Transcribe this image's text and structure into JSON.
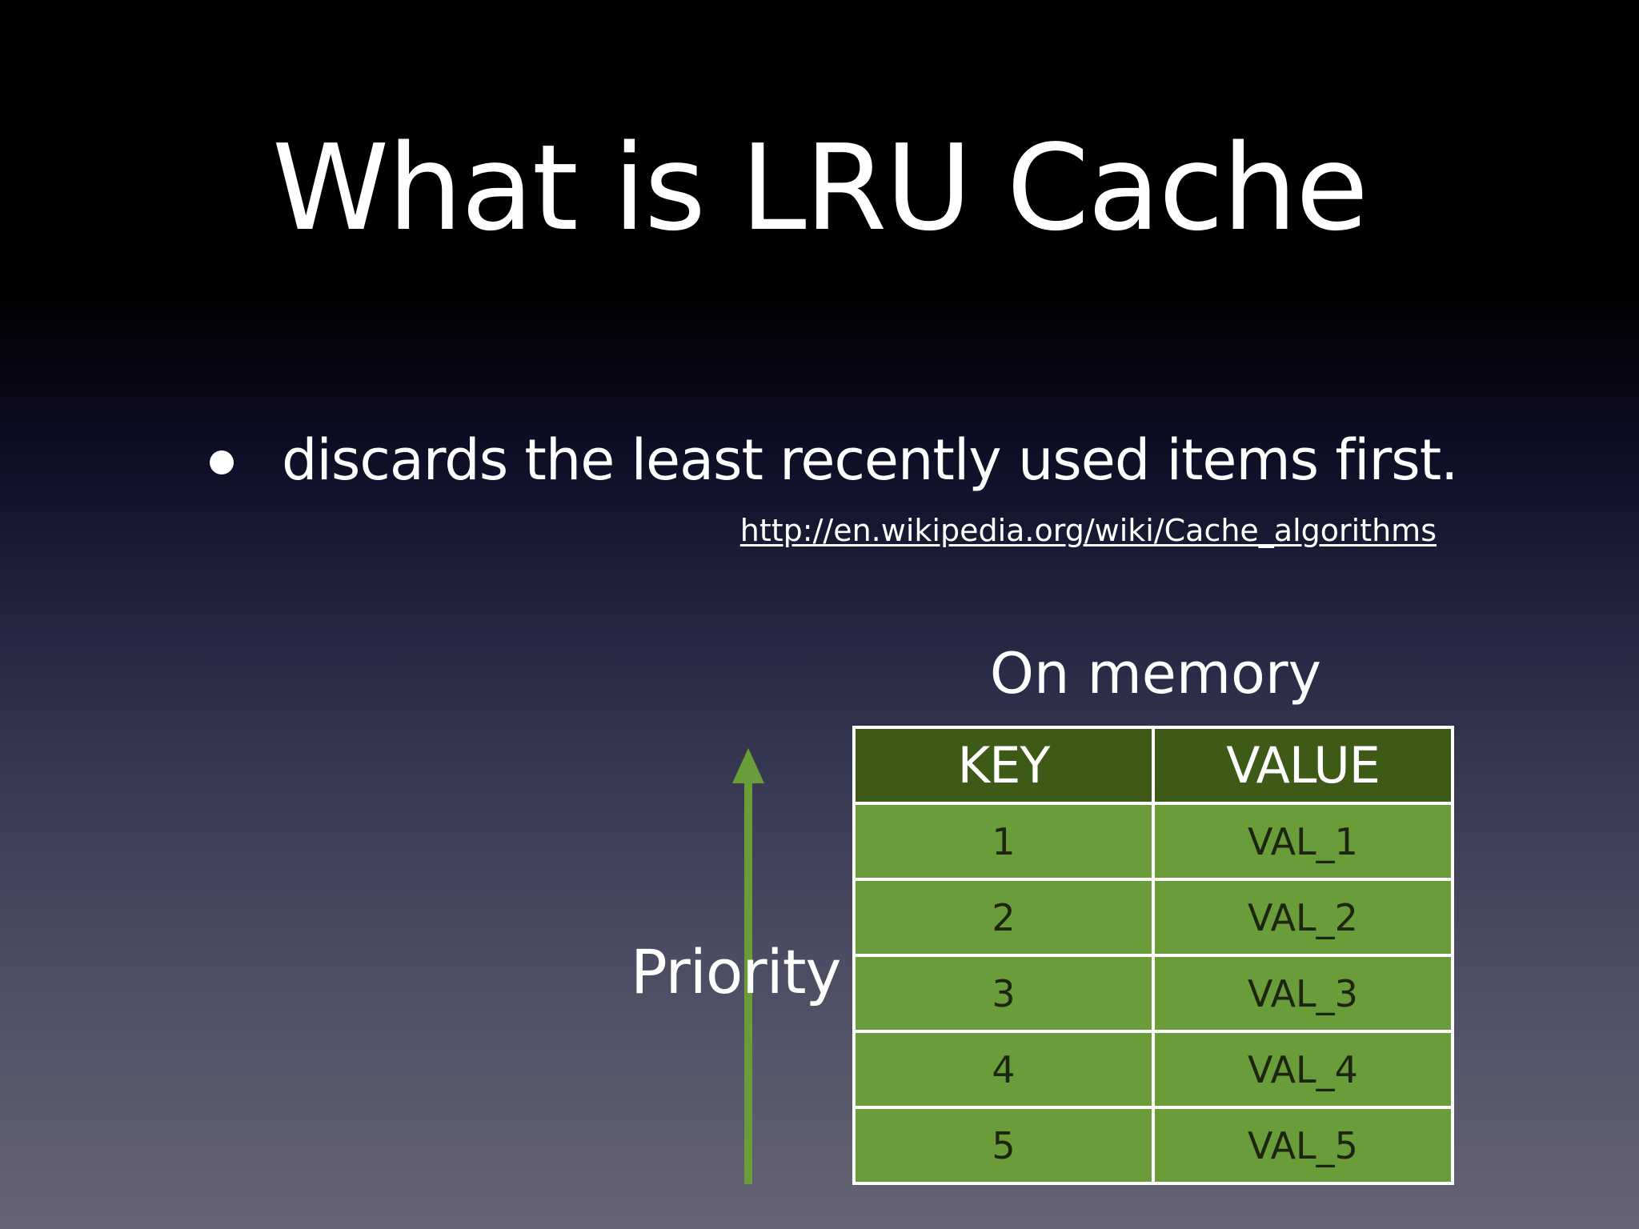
{
  "slide": {
    "title": "What is LRU Cache",
    "bullet": "discards the least recently used items first.",
    "source_link": "http://en.wikipedia.org/wiki/Cache_algorithms"
  },
  "diagram": {
    "table_caption": "On memory",
    "axis_label": "Priority",
    "columns": [
      "KEY",
      "VALUE"
    ],
    "rows": [
      {
        "key": "1",
        "value": "VAL_1"
      },
      {
        "key": "2",
        "value": "VAL_2"
      },
      {
        "key": "3",
        "value": "VAL_3"
      },
      {
        "key": "4",
        "value": "VAL_4"
      },
      {
        "key": "5",
        "value": "VAL_5"
      }
    ]
  },
  "colors": {
    "header_fill": "#3d5a17",
    "cell_fill": "#6a9c39",
    "arrow": "#6a9c39",
    "cell_text": "#1d2410"
  }
}
